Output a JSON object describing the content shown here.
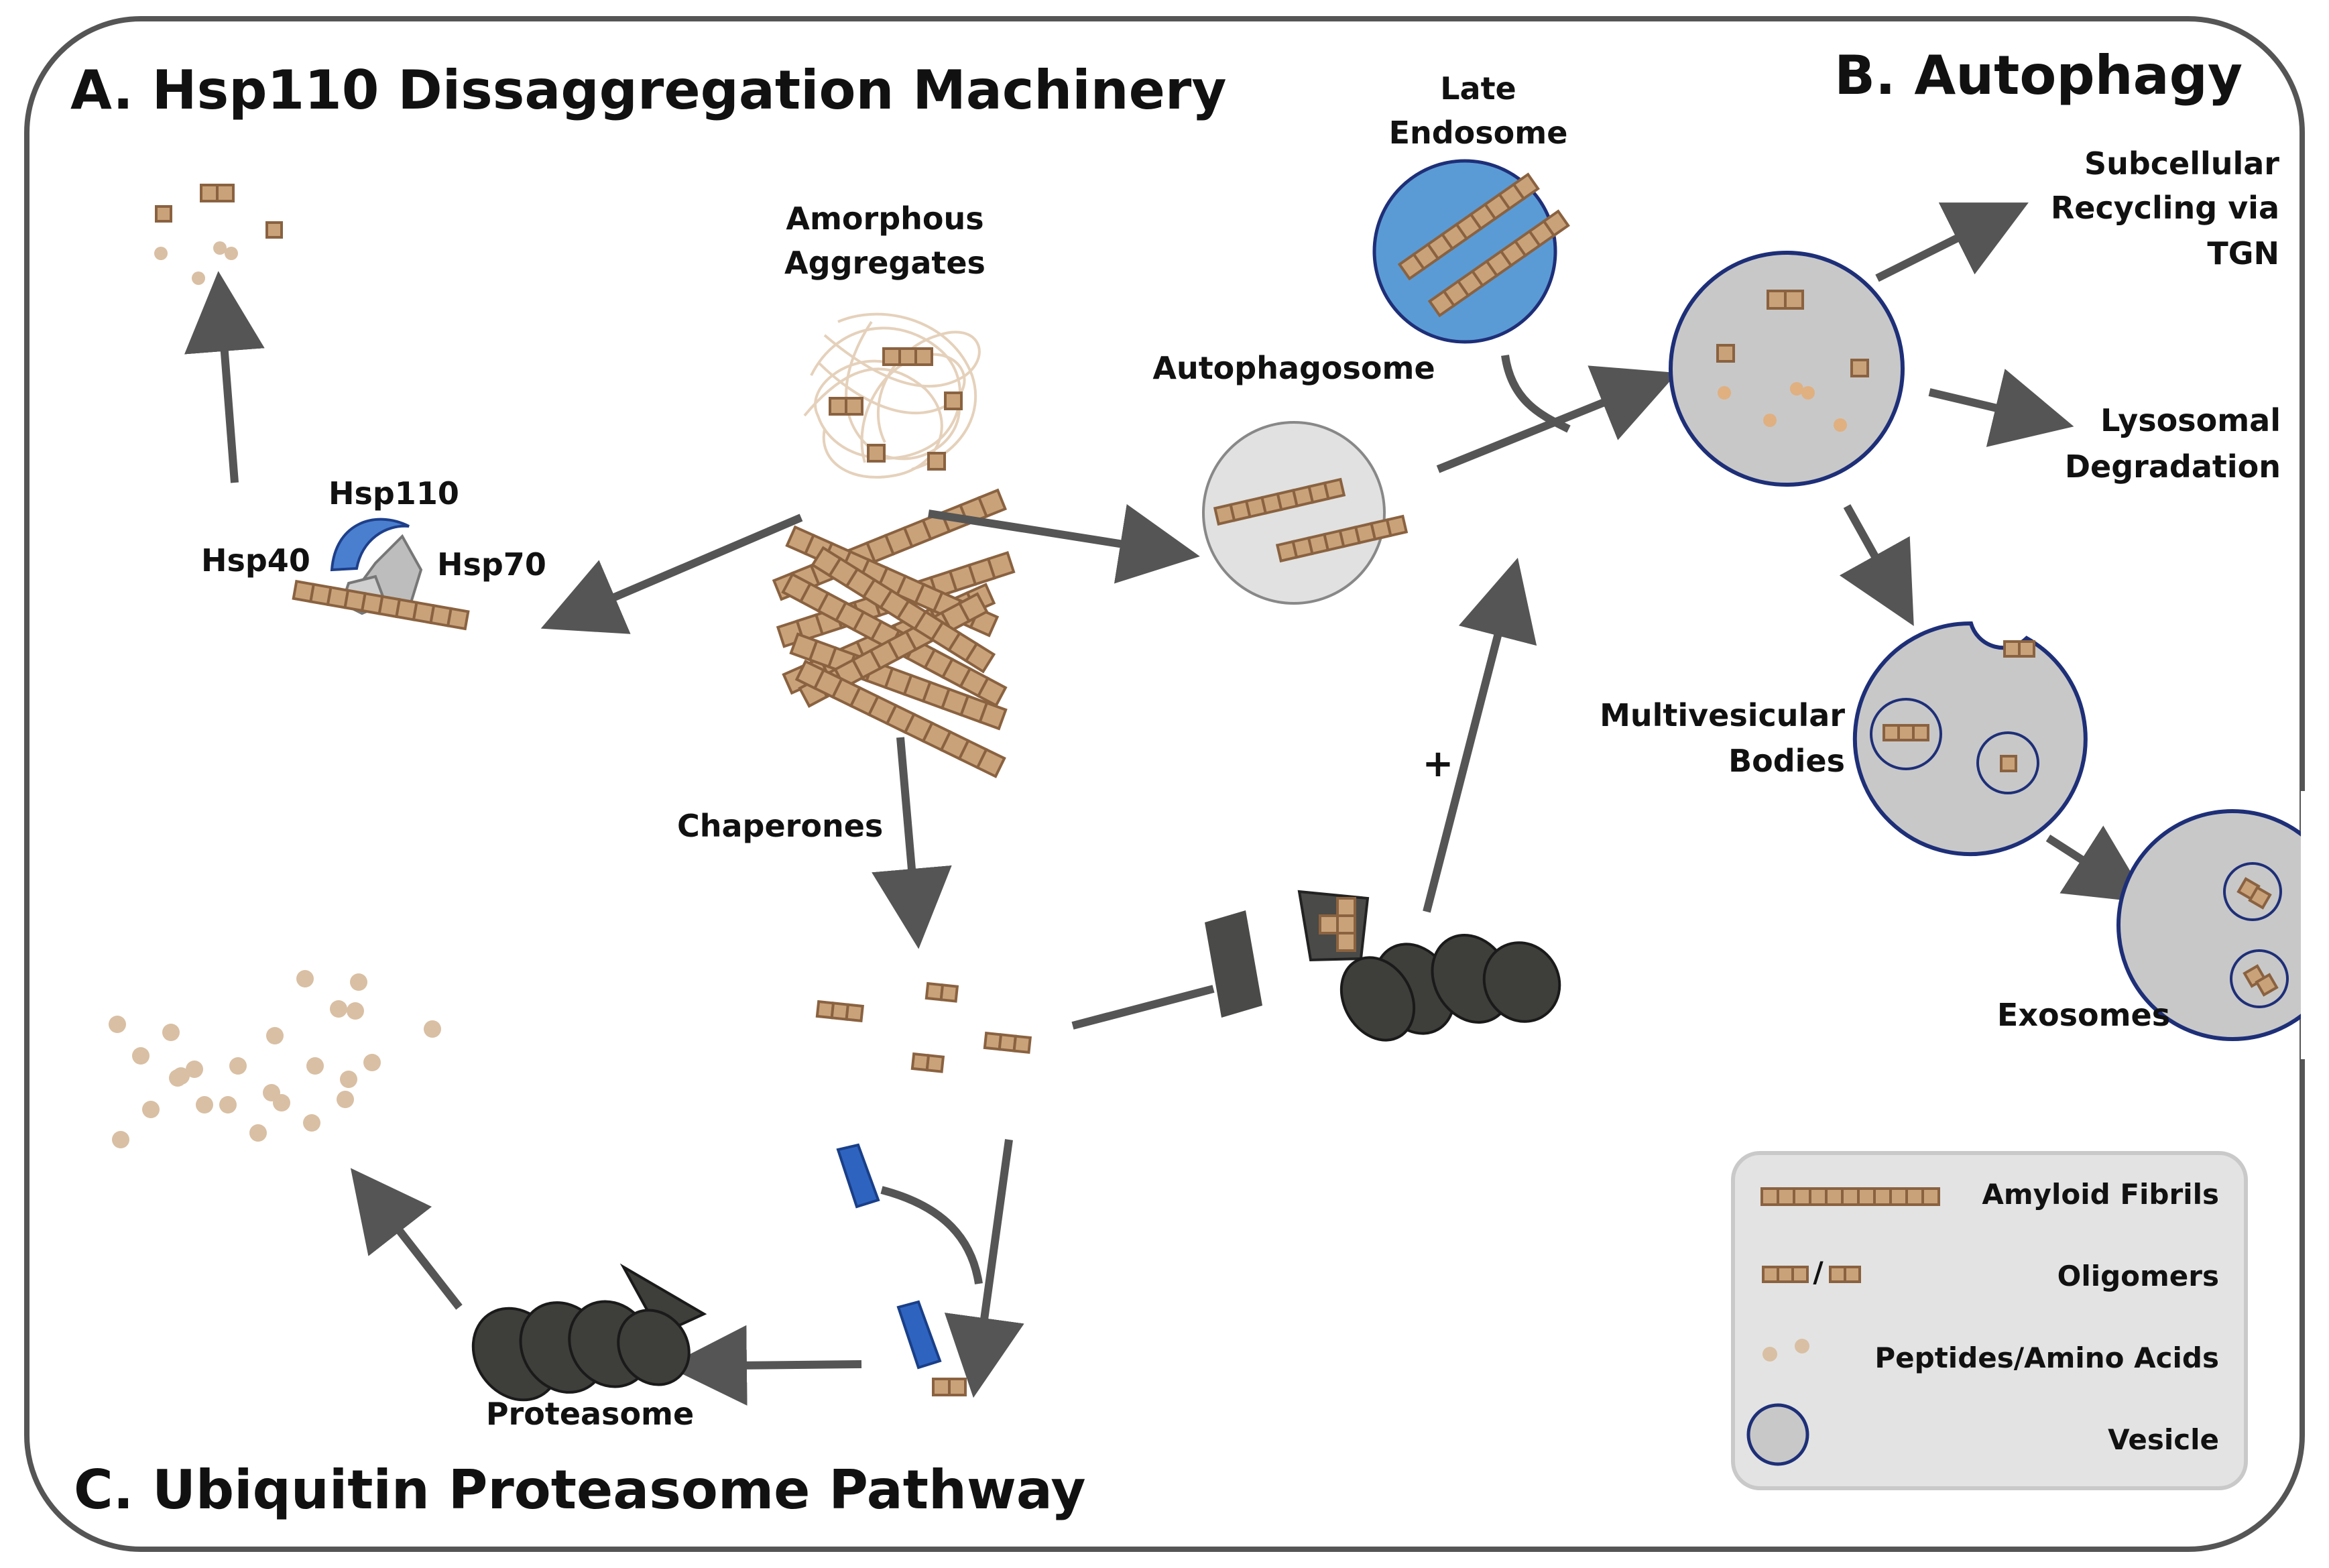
{
  "sections": {
    "a_title": "A. Hsp110 Dissaggregation Machinery",
    "b_title": "B. Autophagy",
    "c_title": "C. Ubiquitin Proteasome Pathway"
  },
  "labels": {
    "amorphous_aggregates": [
      "Amorphous",
      "Aggregates"
    ],
    "hsp110": "Hsp110",
    "hsp40": "Hsp40",
    "hsp70": "Hsp70",
    "chaperones": "Chaperones",
    "late_endosome": [
      "Late",
      "Endosome"
    ],
    "autophagosome": "Autophagosome",
    "subcellular_recycling": [
      "Subcellular",
      "Recycling via",
      "TGN"
    ],
    "lysosomal_degradation": [
      "Lysosomal",
      "Degradation"
    ],
    "multivesicular_bodies": [
      "Multivesicular",
      "Bodies"
    ],
    "exosomes": "Exosomes",
    "proteasome": "Proteasome",
    "plus_sign": "+"
  },
  "legend": {
    "items": [
      {
        "key": "amyloid-fibrils",
        "label": "Amyloid Fibrils"
      },
      {
        "key": "oligomers",
        "label": "Oligomers",
        "separator": "/"
      },
      {
        "key": "peptides",
        "label": "Peptides/Amino Acids"
      },
      {
        "key": "vesicle",
        "label": "Vesicle"
      }
    ]
  },
  "colors": {
    "fibril_fill": "#c9a27a",
    "fibril_stroke": "#8a6240",
    "peptide": "#d9bfa3",
    "arrow": "#555555",
    "vesicle_fill": "#c8c8c8",
    "vesicle_stroke": "#1e2f78",
    "endosome_fill": "#5b9bd5",
    "autophagosome_fill": "#e1e1e1",
    "hsp_blue": "#4a7fd0",
    "ubiquitin_blue": "#2e64c0",
    "proteasome": "#3e3e3a",
    "legend_bg": "#e3e3e3"
  }
}
